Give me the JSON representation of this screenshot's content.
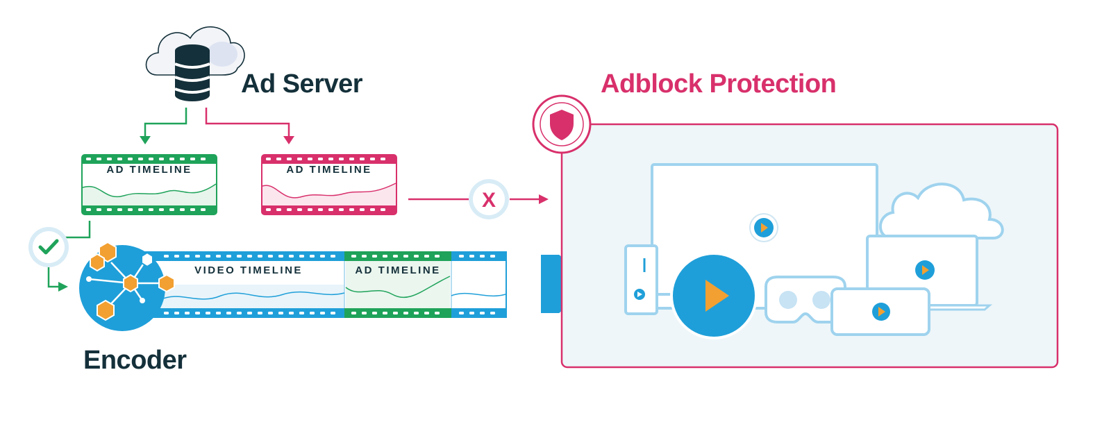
{
  "ad_server": {
    "label": "Ad Server"
  },
  "encoder": {
    "label": "Encoder"
  },
  "adblock": {
    "label": "Adblock Protection"
  },
  "timelines": {
    "accepted": {
      "label": "AD TIMELINE"
    },
    "rejected": {
      "label": "AD TIMELINE"
    },
    "video_main": {
      "label": "VIDEO TIMELINE"
    },
    "video_ad": {
      "label": "AD TIMELINE"
    }
  },
  "blocked_marker": {
    "text": "X"
  },
  "colors": {
    "green": "#1fa35a",
    "pink": "#d8306b",
    "blue": "#1f9fd9",
    "light_blue": "#9fd3ee",
    "navy": "#14303a",
    "orange": "#f2a031",
    "panel_fill": "#eef6f9"
  },
  "icons": {
    "ad_server": "database-cloud-icon",
    "check": "checkmark-icon",
    "encoder": "hexagon-network-icon",
    "shield": "shield-icon",
    "forward": "forward-arrow-icon",
    "devices": [
      "monitor-icon",
      "cloud-icon",
      "laptop-icon",
      "game-console-icon",
      "play-button-icon",
      "vr-headset-icon",
      "phone-icon"
    ]
  }
}
